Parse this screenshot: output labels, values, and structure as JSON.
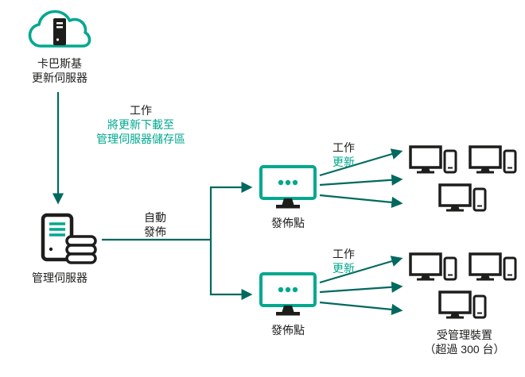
{
  "colors": {
    "teal": "#00A88E",
    "arrow_dark_teal": "#00695F",
    "ink_black": "#1D1D1B",
    "background": "#FFFFFF"
  },
  "icons": {
    "cloud-server-icon": "teal cloud containing black update-server tower",
    "admin-server-icon": "black server tower with teal bars and stacked database discs",
    "distribution-point-icon": "teal monitor with three teal dots and black stand",
    "managed-device-icon": "black desktop monitor with small mobile device"
  },
  "nodes": {
    "kaspersky_update_servers": {
      "line1": "卡巴斯基",
      "line2": "更新伺服器"
    },
    "admin_server": {
      "label": "管理伺服器"
    },
    "distribution_point_top": {
      "label": "發佈點"
    },
    "distribution_point_bottom": {
      "label": "發佈點"
    },
    "managed_devices": {
      "line1": "受管理裝置",
      "line2": "（超過 300 台）"
    }
  },
  "annotations": {
    "download_task": {
      "title": "工作",
      "line1": "將更新下載至",
      "line2": "管理伺服器儲存區"
    },
    "auto_distribution": {
      "line1": "自動",
      "line2": "發佈"
    },
    "update_task_top": {
      "title": "工作",
      "line1": "更新"
    },
    "update_task_bottom": {
      "title": "工作",
      "line1": "更新"
    }
  }
}
